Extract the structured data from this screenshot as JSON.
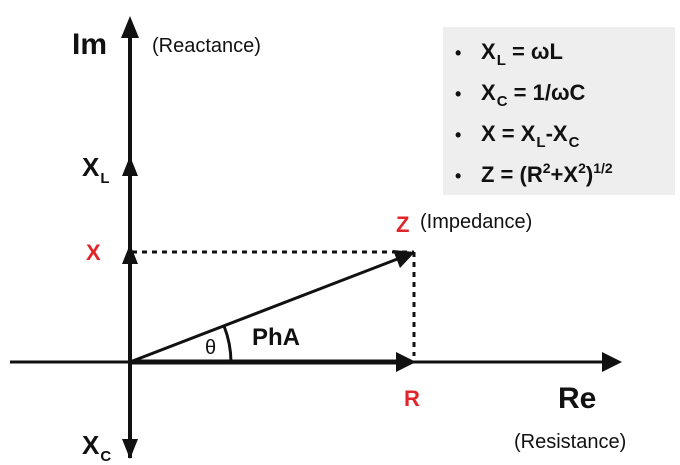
{
  "axes": {
    "im_label": "Im",
    "re_label": "Re",
    "reactance_note": "(Reactance)",
    "resistance_note": "(Resistance)"
  },
  "labels": {
    "xl_main": "X",
    "xl_sub": "L",
    "x": "X",
    "xc_main": "X",
    "xc_sub": "C",
    "z": "Z",
    "impedance_note": "(Impedance)",
    "r": "R",
    "theta": "θ",
    "pha": "PhA"
  },
  "formulas": {
    "bullet": "•",
    "f1": {
      "a": "X",
      "a_sub": "L",
      "b": " = ωL"
    },
    "f2": {
      "a": "X",
      "a_sub": "C",
      "b": " = 1/ωC"
    },
    "f3": {
      "a": "X  = X",
      "a_sub": "L",
      "b": "-X",
      "b_sub": "C"
    },
    "f4": {
      "a": "Z  = (R",
      "sup1": "2",
      "b": "+X",
      "sup2": "2",
      "c": ")",
      "sup3": "1/2"
    }
  },
  "colors": {
    "accent_red": "#e0262a",
    "box_bg": "#eeeeee",
    "ink": "#111111"
  }
}
